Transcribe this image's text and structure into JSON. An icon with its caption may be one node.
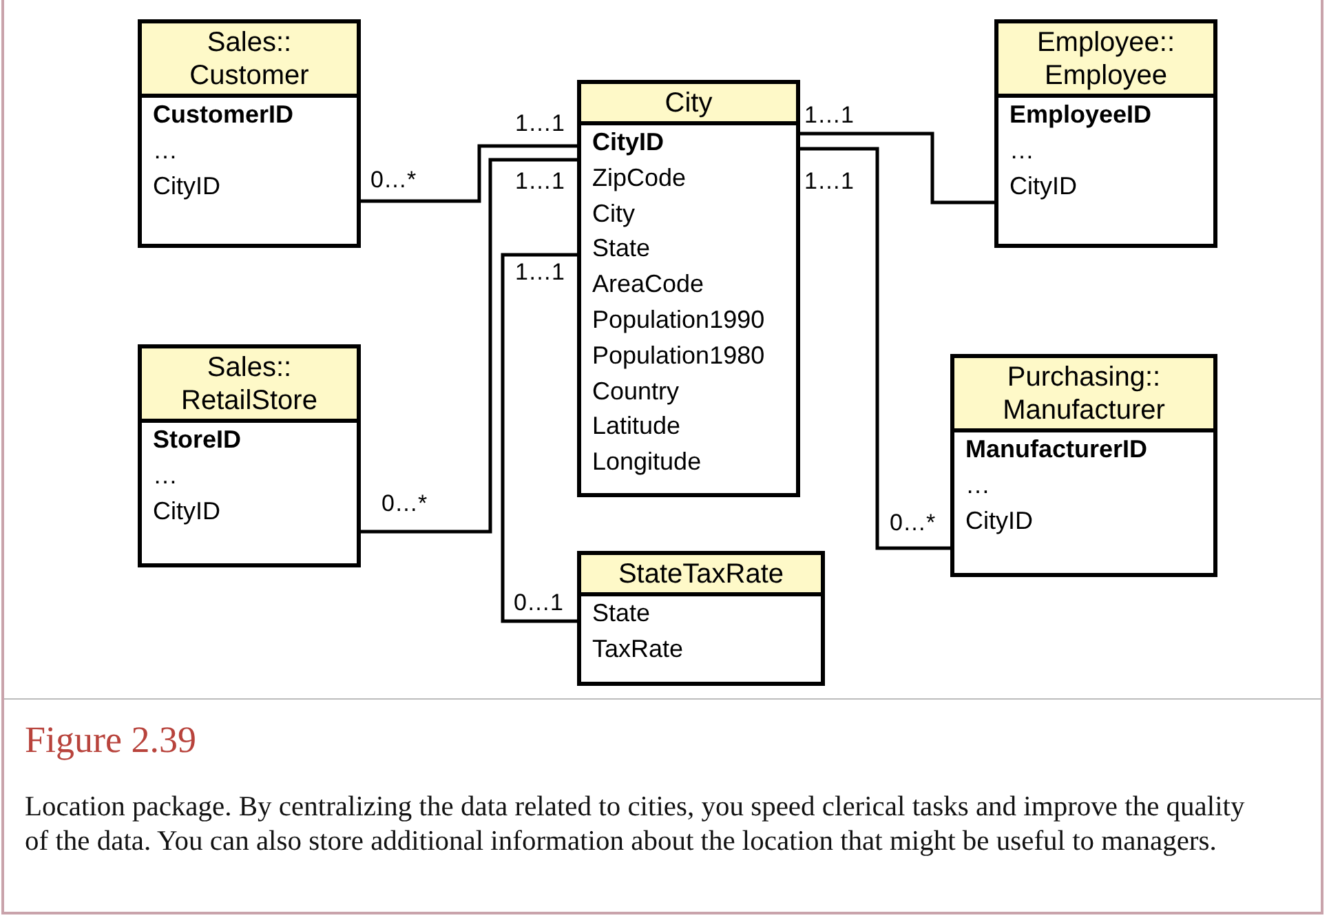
{
  "diagram": {
    "title": "Figure 2.39",
    "caption": "Location package. By centralizing the data related to cities, you speed clerical tasks and improve the quality of the data. You can also store additional information about the location that might be useful to managers.",
    "nodes": [
      {
        "text": [
          "Sales:: Customer",
          "**CustomerID** … CityID"
        ]
      },
      {
        "text": [
          "Employee:: Employee",
          "**EmployeeID** … CityID"
        ]
      },
      {
        "text": [
          "City",
          "**CityID** ZipCode City State AreaCode Population1990 Population1980 Country Latitude Longitude"
        ]
      },
      {
        "text": [
          "Sales:: RetailStore",
          "**StoreID** … CityID"
        ]
      },
      {
        "text": [
          "Purchasing:: Manufacturer",
          "**ManufacturerID** … CityID"
        ]
      },
      {
        "text": [
          "StateTaxRate",
          "State TaxRate"
        ]
      }
    ],
    "edges": [
      {
        "from": 0,
        "to": 2,
        "arrow": "none"
      },
      {
        "from": 2,
        "to": 1,
        "arrow": "none"
      },
      {
        "from": 3,
        "to": 2,
        "arrow": "none"
      },
      {
        "from": 2,
        "to": 4,
        "arrow": "none"
      },
      {
        "from": 2,
        "to": 5,
        "arrow": "none"
      }
    ],
    "labels": [
      "1…1",
      "1…1",
      "0…*",
      "1…1",
      "1…1",
      "1…1",
      "0…*",
      "0…*",
      "0…1"
    ]
  }
}
